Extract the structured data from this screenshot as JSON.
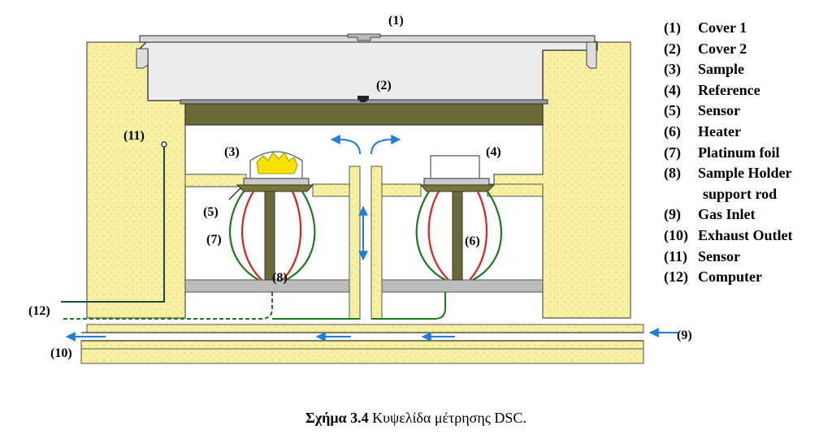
{
  "labels": {
    "l1": "(1)",
    "l2": "(2)",
    "l3": "(3)",
    "l4": "(4)",
    "l5": "(5)",
    "l6": "(6)",
    "l7": "(7)",
    "l8": "(8)",
    "l9": "(9)",
    "l10": "(10)",
    "l11": "(11)",
    "l12": "(12)"
  },
  "legend": [
    {
      "num": "(1)",
      "text": "Cover 1"
    },
    {
      "num": "(2)",
      "text": "Cover 2"
    },
    {
      "num": "(3)",
      "text": "Sample"
    },
    {
      "num": "(4)",
      "text": "Reference"
    },
    {
      "num": "(5)",
      "text": "Sensor"
    },
    {
      "num": "(6)",
      "text": "Heater"
    },
    {
      "num": "(7)",
      "text": "Platinum foil"
    },
    {
      "num": "(8)",
      "text": "Sample Holder",
      "cont": "support rod"
    },
    {
      "num": "(9)",
      "text": "Gas Inlet"
    },
    {
      "num": "(10)",
      "text": "Exhaust Outlet"
    },
    {
      "num": "(11)",
      "text": "Sensor"
    },
    {
      "num": "(12)",
      "text": "Computer"
    }
  ],
  "caption": {
    "prefix": "Σχήμα 3.4",
    "text": " Κυψελίδα μέτρησης DSC."
  },
  "colors": {
    "insulation": "#f7f0a0",
    "cover": "#e6e6e6",
    "lid2": "#6b6b3a",
    "holder": "#7a7636",
    "plate": "#bdbdbd",
    "sample": "#f5e000",
    "wire_green": "#1c7a1c",
    "wire_red": "#e02020",
    "arrow": "#1e7fd8"
  }
}
